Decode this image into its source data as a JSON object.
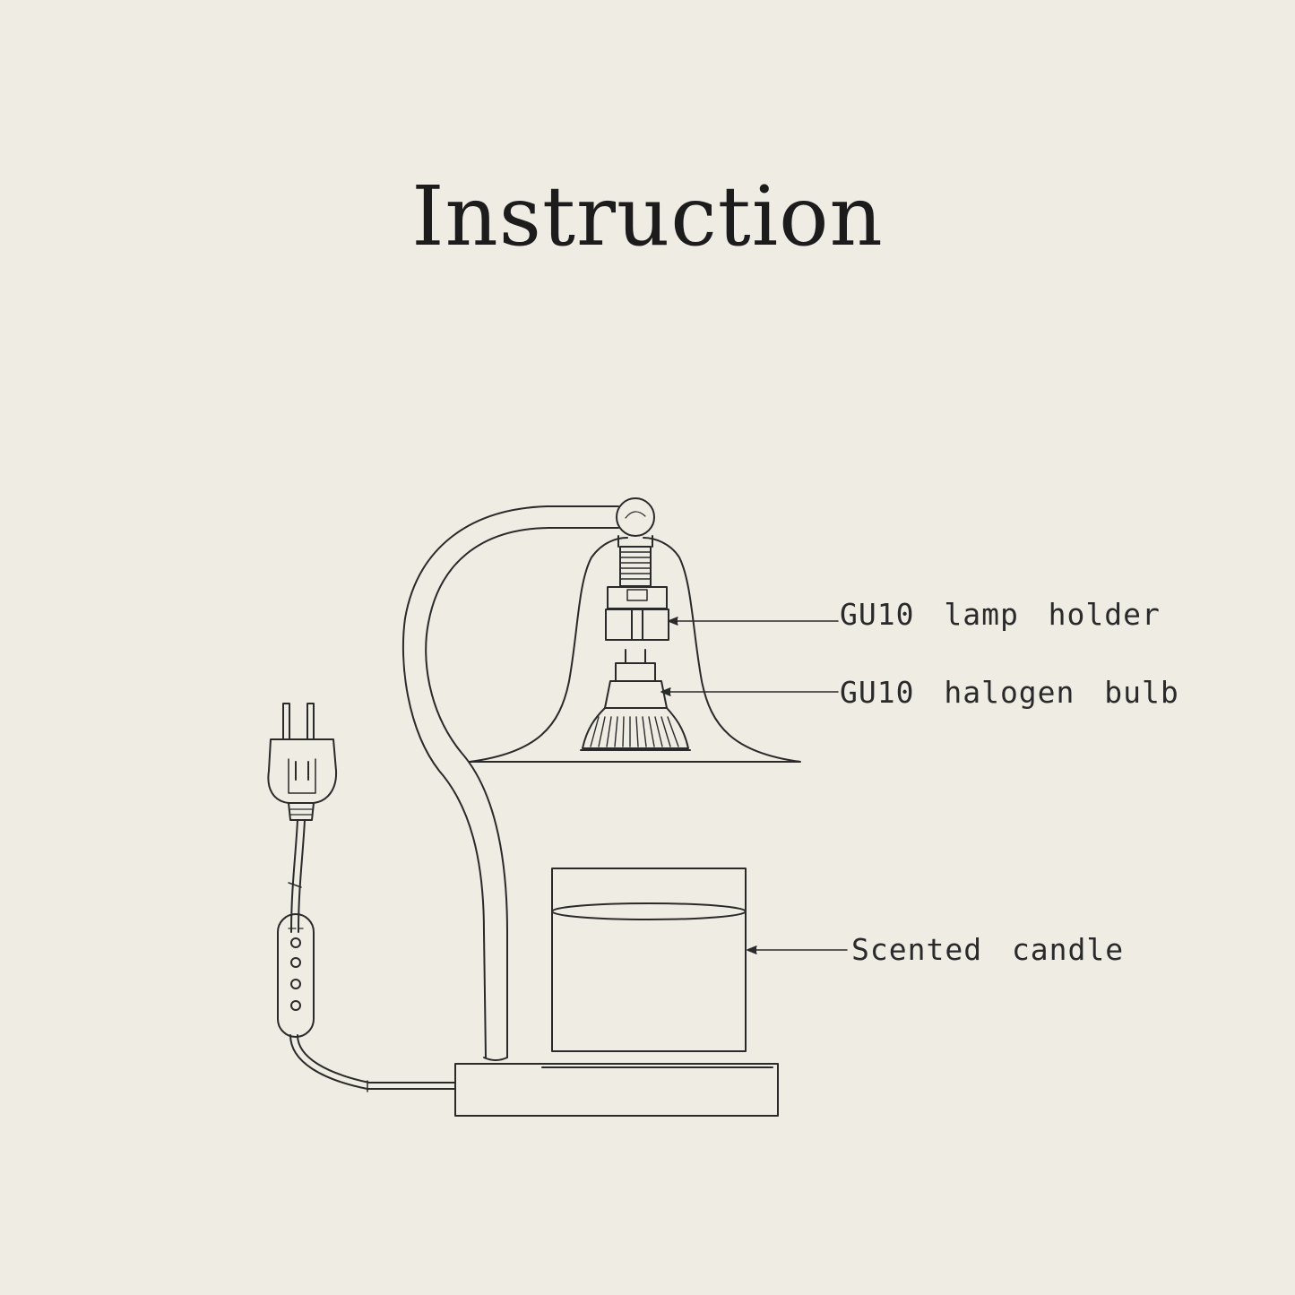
{
  "title": "Instruction",
  "labels": {
    "lamp_holder": "GU10 lamp holder",
    "halogen_bulb": "GU10 halogen bulb",
    "scented_candle": "Scented candle"
  },
  "colors": {
    "background": "#efece4",
    "line": "#2a2a2a"
  }
}
